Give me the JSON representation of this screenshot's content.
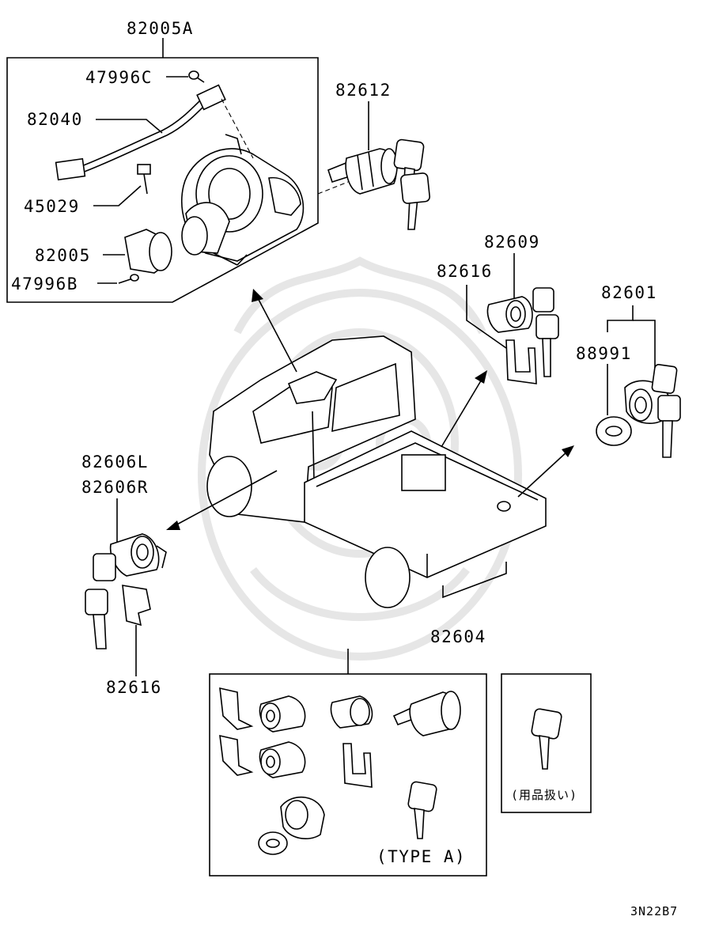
{
  "diagram_code": "3N22B7",
  "labels": {
    "p82005A": "82005A",
    "p47996C": "47996C",
    "p82040": "82040",
    "p45029": "45029",
    "p82005": "82005",
    "p47996B": "47996B",
    "p82612": "82612",
    "p82609": "82609",
    "p82616_rear": "82616",
    "p82601": "82601",
    "p88991": "88991",
    "p82606L": "82606L",
    "p82606R": "82606R",
    "p82616_door": "82616",
    "p82604": "82604"
  },
  "kit_note": "(TYPE A)",
  "accessory_note": "(用品扱い)"
}
